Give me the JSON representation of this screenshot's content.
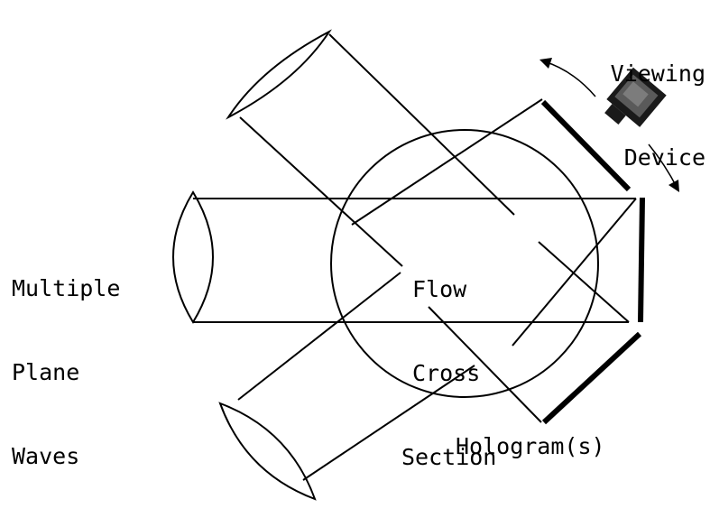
{
  "labels": {
    "viewing_device": [
      "Viewing",
      "Device"
    ],
    "multiple_plane_waves": [
      "Multiple",
      "Plane",
      "Waves"
    ],
    "flow_cross_section": [
      "Flow",
      "Cross",
      "Section"
    ],
    "holograms": "Hologram(s)"
  },
  "colors": {
    "ink": "#000000",
    "background": "#ffffff"
  },
  "icons": {
    "viewing_device": "camera-icon"
  }
}
